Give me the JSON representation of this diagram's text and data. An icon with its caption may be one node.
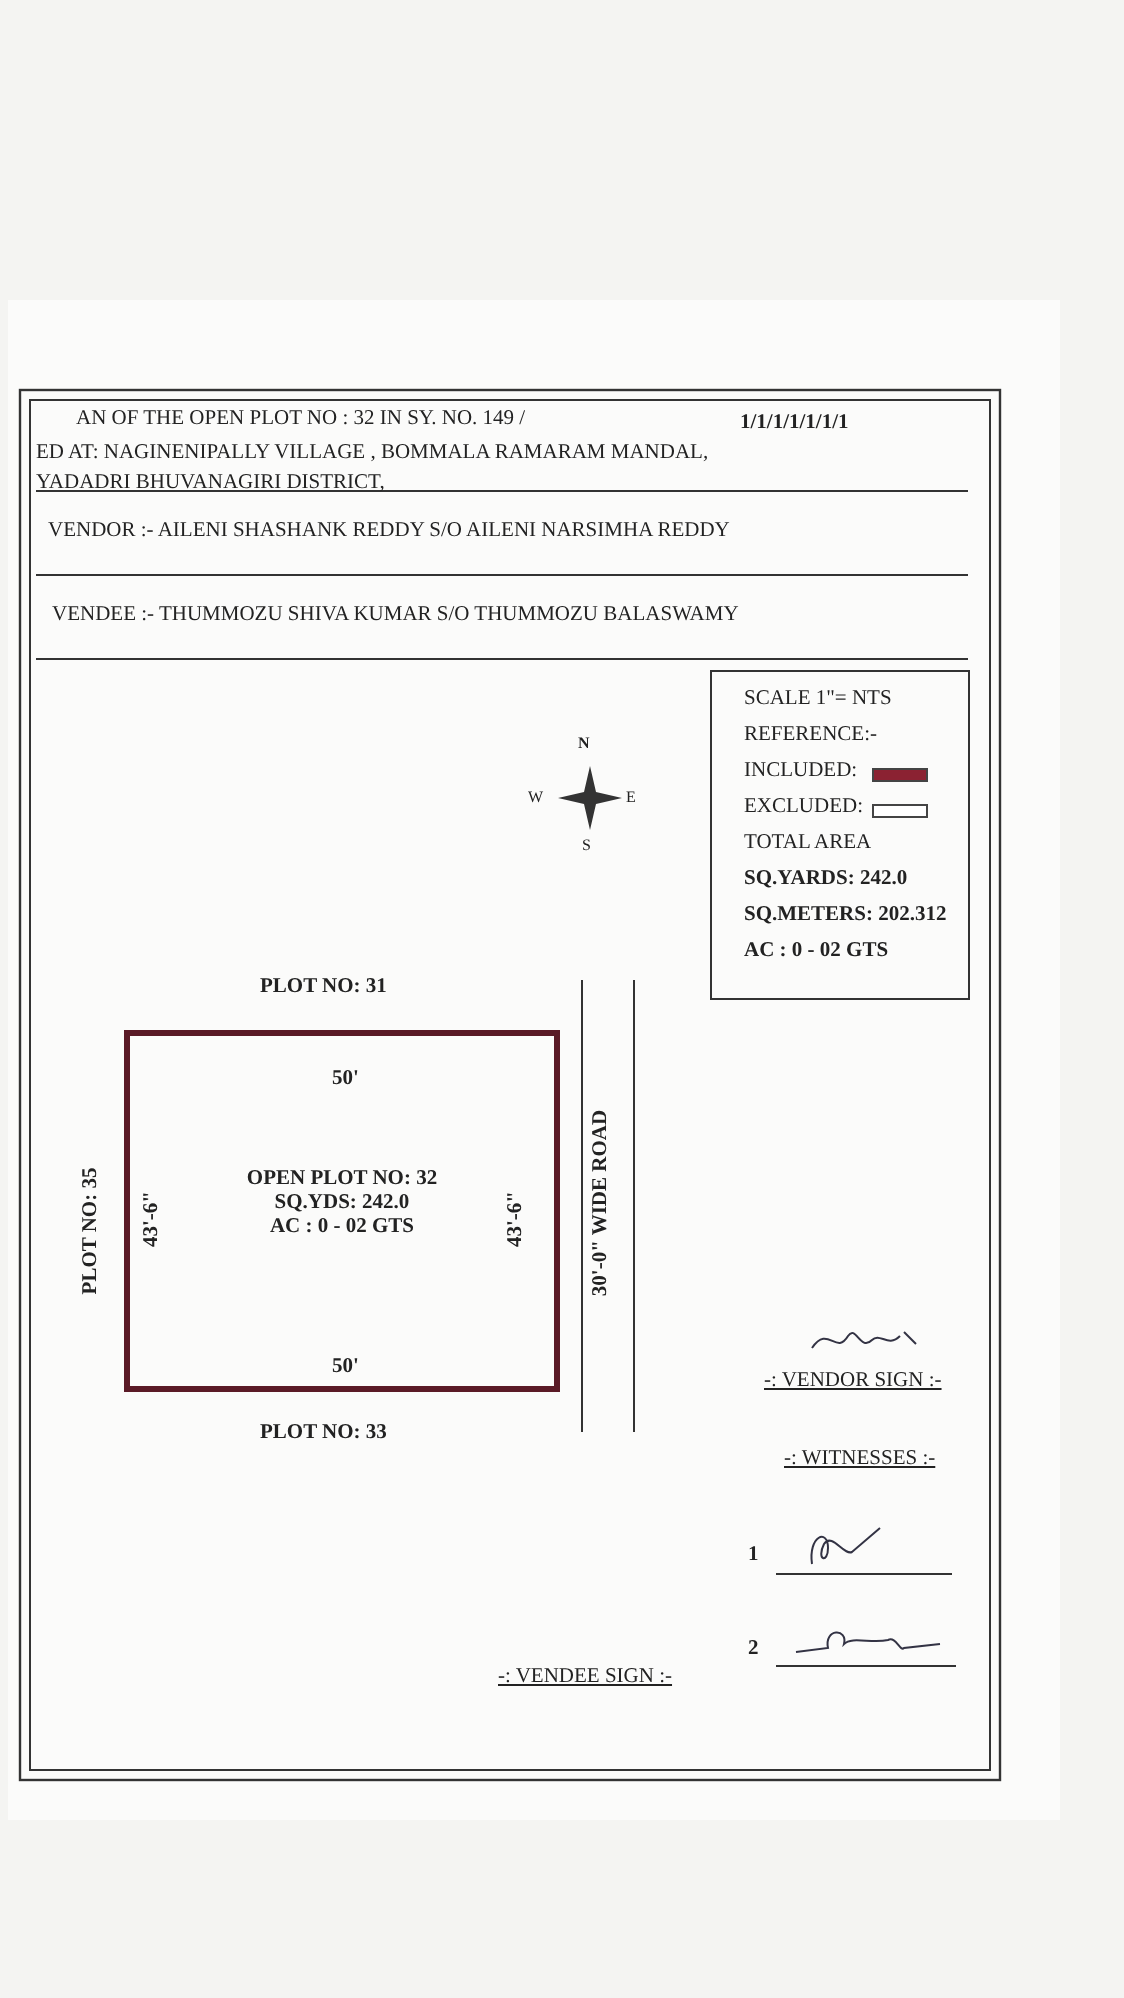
{
  "diagram": {
    "nodes": [
      {
        "text": [
          "AN OF THE OPEN PLOT NO : 32  IN SY. NO. 149 /",
          "1/1/1/1/1/1/1",
          "ED AT:  NAGINENIPALLY VILLAGE ,  BOMMALA RAMARAM MANDAL, YADADRI BHUVANAGIRI DISTRICT,"
        ]
      },
      {
        "text": [
          "VENDOR :-  AILENI SHASHANK REDDY S/O AILENI NARSIMHA REDDY"
        ]
      },
      {
        "text": [
          "VENDEE :-  THUMMOZU SHIVA KUMAR  S/O THUMMOZU BALASWAMY"
        ]
      },
      {
        "text": [
          "SCALE 1\"= NTS",
          "REFERENCE:-",
          "TOTAL AREA",
          "SQ.YARDS: 242.0",
          "SQ.METERS: 202.312",
          "AC : 0 - 02 GTS"
        ]
      },
      {
        "text": [
          "OPEN PLOT NO: 32",
          "SQ.YDS: 242.0",
          "AC : 0 - 02 GTS"
        ]
      }
    ],
    "edges": [],
    "labels": [
      "N",
      "W",
      "E",
      "S",
      "PLOT NO: 31",
      "50'",
      "PLOT NO: 35",
      "43'-6\"",
      "43'-6\"",
      "30'-0\" WIDE ROAD",
      "50'",
      "PLOT NO: 33",
      "-: VENDOR SIGN :-",
      "-: WITNESSES :-",
      "1",
      "2",
      "-: VENDEE SIGN :-"
    ],
    "legend": [
      {
        "text": "INCLUDED:",
        "color": "#8b2232"
      },
      {
        "text": "EXCLUDED:",
        "color": "#ffffff"
      }
    ]
  }
}
